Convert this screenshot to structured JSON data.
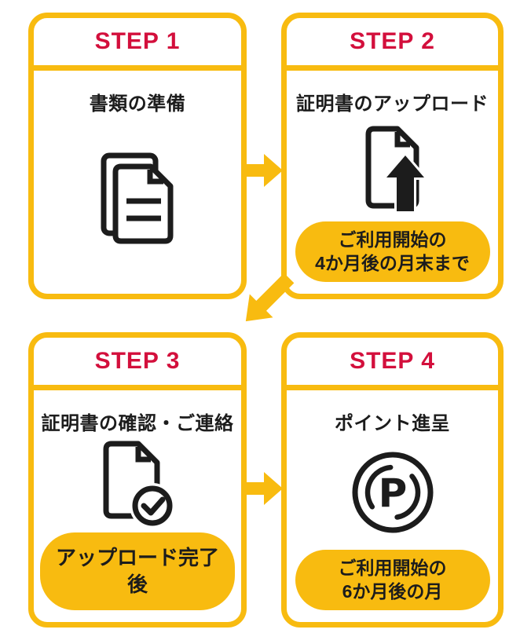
{
  "colors": {
    "brand_yellow": "#F8BB10",
    "step_red": "#D30F3C",
    "icon_black": "#1C1C1C",
    "card_background": "#FFFFFF"
  },
  "steps": [
    {
      "step_label": "STEP 1",
      "title": "書類の準備",
      "icon": "documents-icon"
    },
    {
      "step_label": "STEP 2",
      "title": "証明書のアップロード",
      "icon": "document-upload-icon",
      "badge": {
        "line1": "ご利用開始の",
        "line2": "4か月後の月末まで"
      }
    },
    {
      "step_label": "STEP 3",
      "title": "証明書の確認・ご連絡",
      "icon": "document-check-icon",
      "badge": {
        "line1": "アップロード完了後"
      }
    },
    {
      "step_label": "STEP 4",
      "title": "ポイント進呈",
      "icon": "point-circle-icon",
      "point_letter": "P",
      "badge": {
        "line1": "ご利用開始の",
        "line2": "6か月後の月"
      }
    }
  ]
}
